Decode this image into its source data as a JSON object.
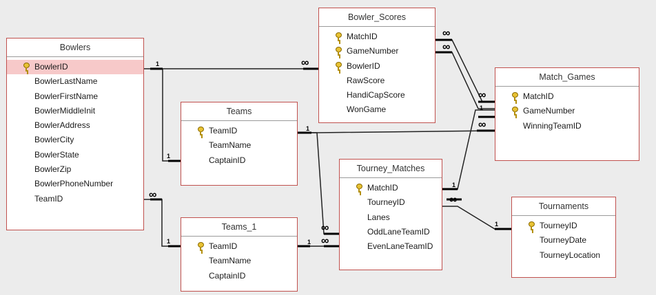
{
  "tables": {
    "bowlers": {
      "title": "Bowlers",
      "fields": [
        "BowlerID",
        "BowlerLastName",
        "BowlerFirstName",
        "BowlerMiddleInit",
        "BowlerAddress",
        "BowlerCity",
        "BowlerState",
        "BowlerZip",
        "BowlerPhoneNumber",
        "TeamID"
      ]
    },
    "bowler_scores": {
      "title": "Bowler_Scores",
      "fields": [
        "MatchID",
        "GameNumber",
        "BowlerID",
        "RawScore",
        "HandiCapScore",
        "WonGame"
      ]
    },
    "teams": {
      "title": "Teams",
      "fields": [
        "TeamID",
        "TeamName",
        "CaptainID"
      ]
    },
    "teams_1": {
      "title": "Teams_1",
      "fields": [
        "TeamID",
        "TeamName",
        "CaptainID"
      ]
    },
    "tourney_matches": {
      "title": "Tourney_Matches",
      "fields": [
        "MatchID",
        "TourneyID",
        "Lanes",
        "OddLaneTeamID",
        "EvenLaneTeamID"
      ]
    },
    "match_games": {
      "title": "Match_Games",
      "fields": [
        "MatchID",
        "GameNumber",
        "WinningTeamID"
      ]
    },
    "tournaments": {
      "title": "Tournaments",
      "fields": [
        "TourneyID",
        "TourneyDate",
        "TourneyLocation"
      ]
    }
  },
  "symbols": {
    "one": "1",
    "many": "∞"
  },
  "colors": {
    "table_border": "#c0504d",
    "selected_row": "#f7c9c9",
    "line": "#222222",
    "background": "#ececec"
  }
}
